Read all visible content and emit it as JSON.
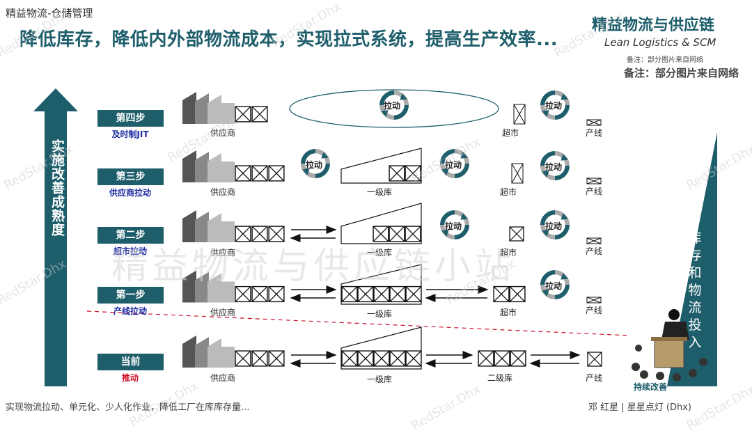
{
  "header": {
    "subtitle": "精益物流-仓储管理",
    "title": "降低库存，降低内外部物流成本，实现拉式系统，提高生产效率...",
    "brand": "精益物流与供应链",
    "brand_en": "Lean Logistics & SCM",
    "note_small": "备注：部分图片来自网络",
    "note_big": "备注：部分图片来自网络"
  },
  "axis": {
    "arrow_label": "实施改善成熟度",
    "triangle_label": "库存和物流投入",
    "improve_label": "持续改善"
  },
  "steps": [
    {
      "label": "第四步",
      "sub": "及时制JIT"
    },
    {
      "label": "第三步",
      "sub": "供应商拉动"
    },
    {
      "label": "第二步",
      "sub": "超市拉动"
    },
    {
      "label": "第一步",
      "sub": "产线拉动"
    },
    {
      "label": "当前",
      "sub": "推动"
    }
  ],
  "nodes": {
    "supplier": "供应商",
    "warehouse1": "一级库",
    "warehouse2": "二级库",
    "supermarket": "超市",
    "line": "产线",
    "pull": "拉动"
  },
  "colors": {
    "accent": "#1e5e6b",
    "step_sub": "#1a2aa0",
    "push": "#d0102a"
  },
  "watermark": {
    "tag": "RedStar.Dhx",
    "big": "精益物流与供应链小站"
  },
  "footer": {
    "left": "实现物流拉动、单元化、少人化作业，降低工厂在库库存量...",
    "right": "邓 红星 | 星星点灯 (Dhx)"
  }
}
